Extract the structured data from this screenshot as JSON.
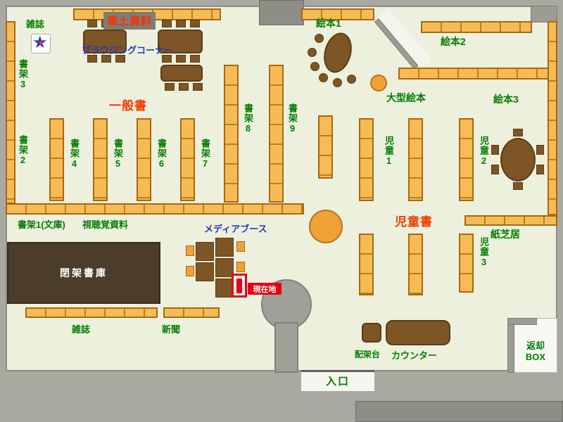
{
  "labels": {
    "zasshi_top": "雑誌",
    "kyodo": "郷土資料",
    "browsing": "ブラウジングコーナー",
    "ehon1": "絵本1",
    "ehon2": "絵本2",
    "ehon3": "絵本3",
    "ogata_ehon": "大型絵本",
    "shoka1_bunko": "書架1(文庫)",
    "shoka2": "書架2",
    "shoka3": "書架3",
    "shoka4": "書架4",
    "shoka5": "書架5",
    "shoka6": "書架6",
    "shoka7": "書架7",
    "shoka8": "書架8",
    "shoka9": "書架9",
    "ippansho": "一般書",
    "jidosho": "児童書",
    "jido1": "児童1",
    "jido2": "児童2",
    "jido3": "児童3",
    "kamishibai": "紙芝居",
    "shichokaku": "視聴覚資料",
    "media_booth": "メディアブース",
    "genzaichi": "現在地",
    "heika_shoko": "閉架書庫",
    "zasshi_bottom": "雑誌",
    "shinbun": "新聞",
    "haikadai": "配架台",
    "counter": "カウンター",
    "henkyaku_1": "返却",
    "henkyaku_2": "BOX",
    "iriguchi": "入口"
  },
  "icons": {
    "star": "★"
  },
  "colors": {
    "floor": "#edf0dd",
    "wall_gray": "#a9a9a1",
    "shelf_orange": "#f7bb56",
    "shelf_border": "#a8690f",
    "table_brown": "#7e5524",
    "closed_stacks_brown": "#4b3d29",
    "label_green": "#067d06",
    "label_red": "#f43b00",
    "label_blue": "#2636c0",
    "marker_red": "#e60012"
  }
}
